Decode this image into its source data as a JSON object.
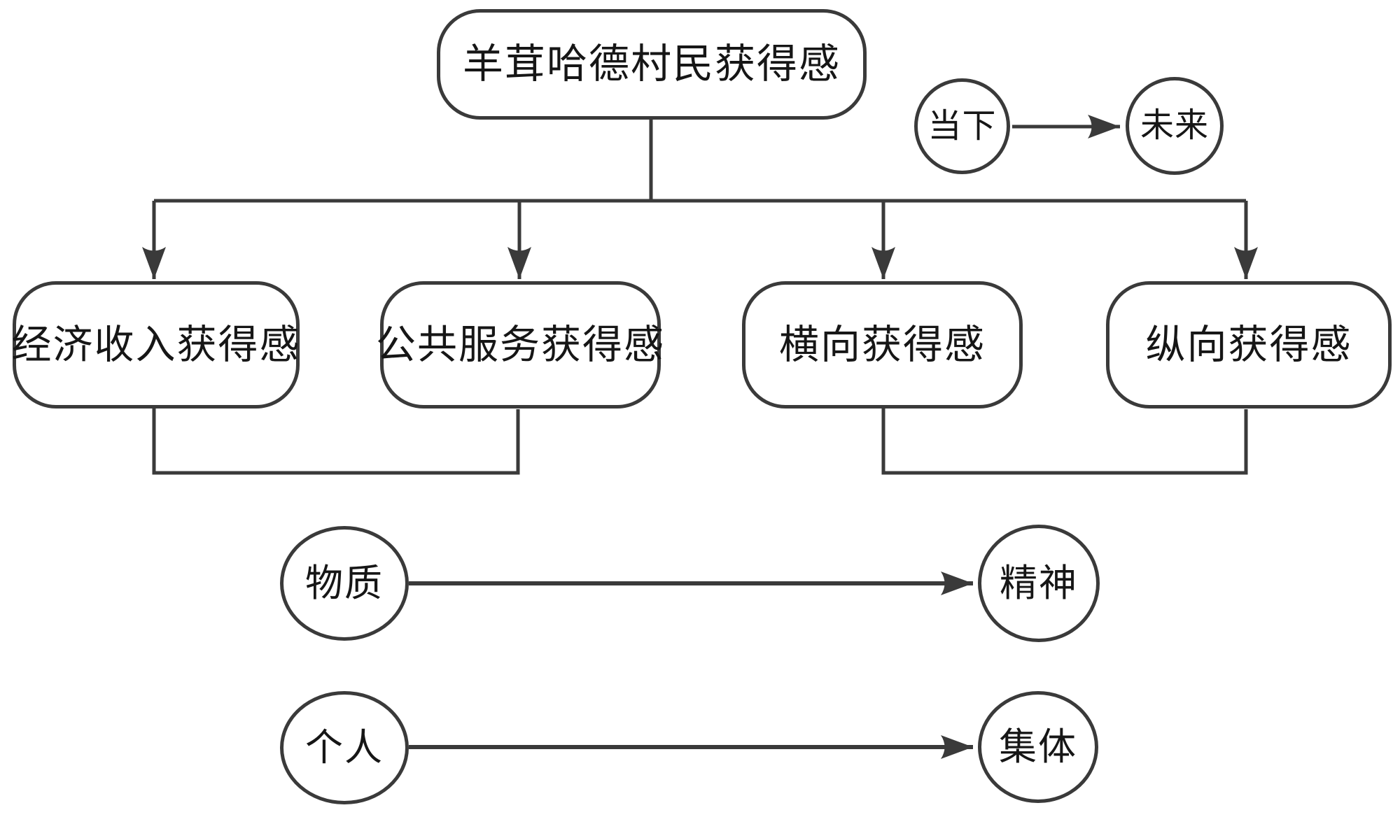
{
  "diagram": {
    "root": {
      "label": "羊茸哈德村民获得感"
    },
    "branches": [
      {
        "label": "经济收入获得感"
      },
      {
        "label": "公共服务获得感"
      },
      {
        "label": "横向获得感"
      },
      {
        "label": "纵向获得感"
      }
    ],
    "axis_pairs": [
      {
        "from": "当下",
        "to": "未来"
      },
      {
        "from": "物质",
        "to": "精神"
      },
      {
        "from": "个人",
        "to": "集体"
      }
    ],
    "colors": {
      "line": "#3a3a3a",
      "text": "#161616",
      "background": "#ffffff"
    }
  }
}
